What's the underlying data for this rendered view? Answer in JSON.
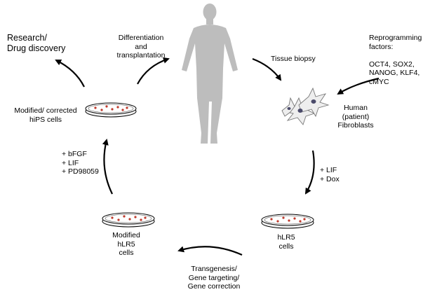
{
  "labels": {
    "research": "Research/\nDrug discovery",
    "differentiation": "Differentiation\nand\ntransplantation",
    "tissue_biopsy": "Tissue biopsy",
    "reprogramming": "Reprogramming\nfactors:\n\nOCT4, SOX2,\nNANOG, KLF4,\ncMYC",
    "fibroblasts": "Human\n(patient)\nFibroblasts",
    "lif_dox": "+ LIF\n+ Dox",
    "hlr5_cells": "hLR5\ncells",
    "transgenesis": "Transgenesis/\nGene targeting/\nGene correction",
    "modified_hlr5": "Modified\nhLR5\ncells",
    "growth_factors": "+ bFGF\n+ LIF\n+ PD98059",
    "modified_hips": "Modified/ corrected\nhiPS cells"
  },
  "icons": {
    "human": "human-silhouette-icon",
    "fibroblasts": "fibroblast-cluster-icon",
    "dish": "petri-dish-icon"
  },
  "colors": {
    "human": "#bdbdbd",
    "cell_dot": "#c0392b",
    "arrow": "#000000",
    "fibroblast_fill": "#eeeeee",
    "nucleus": "#4a4a6a"
  }
}
